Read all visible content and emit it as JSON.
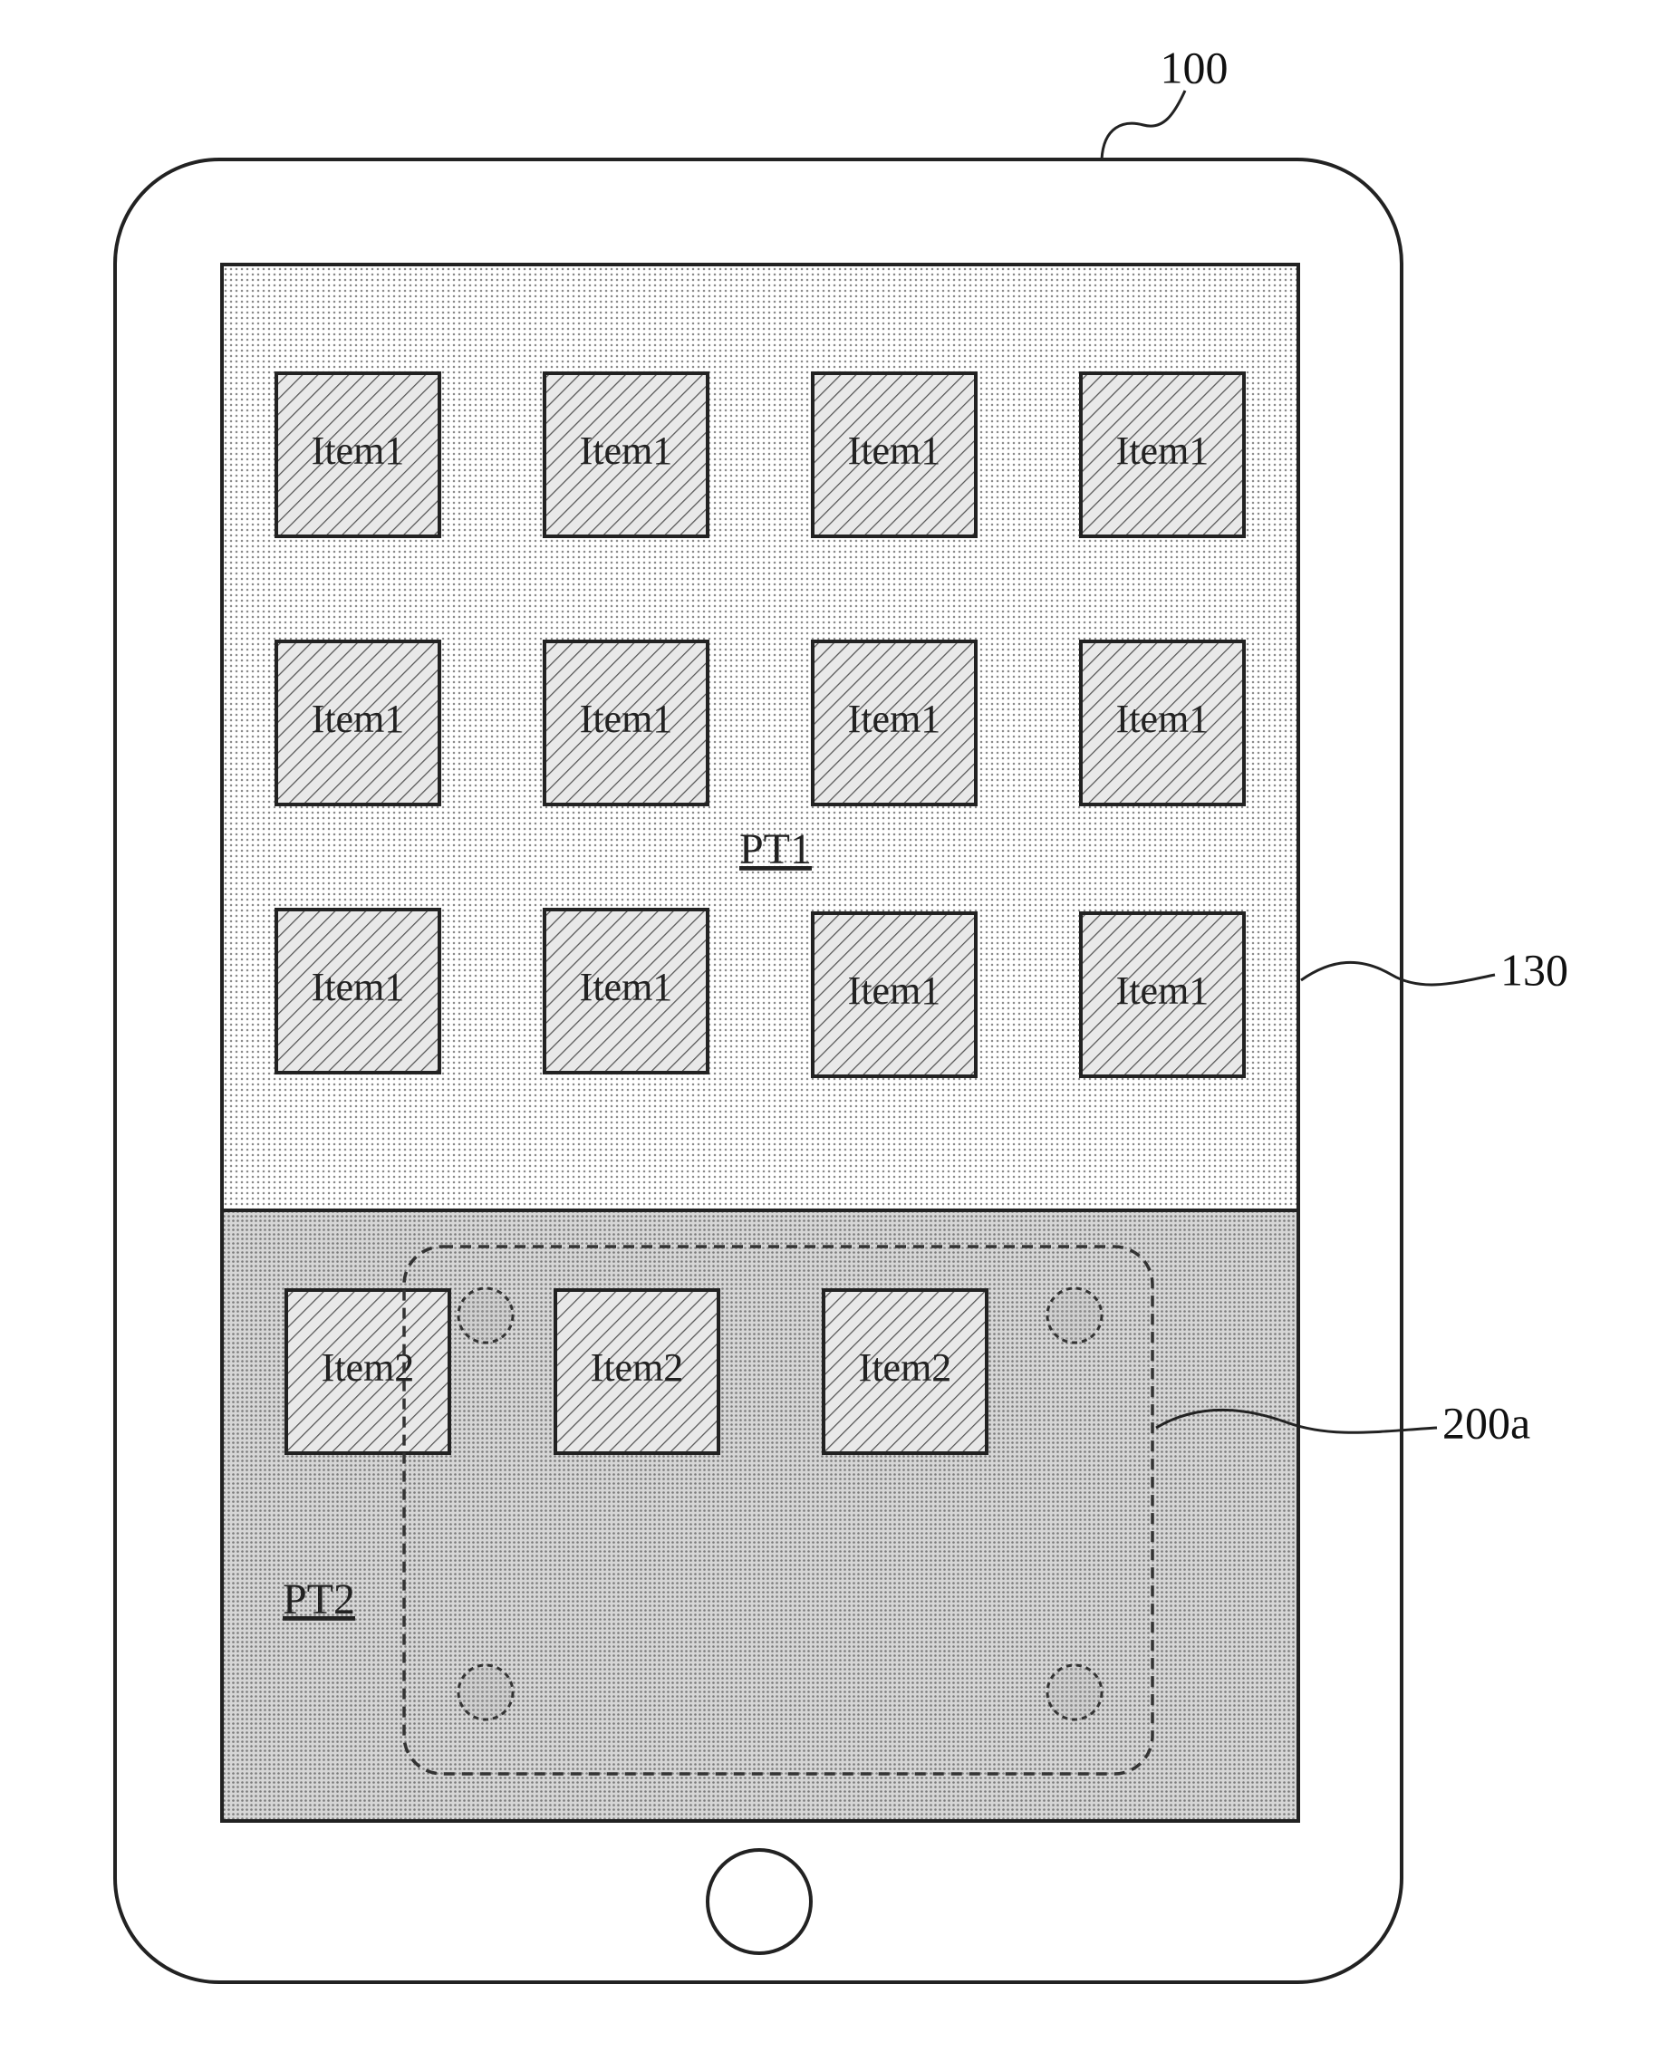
{
  "labels": {
    "device": "100",
    "screen": "130",
    "overlay": "200a",
    "region_top": "PT1",
    "region_bottom": "PT2"
  },
  "top_items": [
    "Item1",
    "Item1",
    "Item1",
    "Item1",
    "Item1",
    "Item1",
    "Item1",
    "Item1",
    "Item1",
    "Item1",
    "Item1",
    "Item1"
  ],
  "bottom_items": [
    "Item2",
    "Item2",
    "Item2"
  ]
}
